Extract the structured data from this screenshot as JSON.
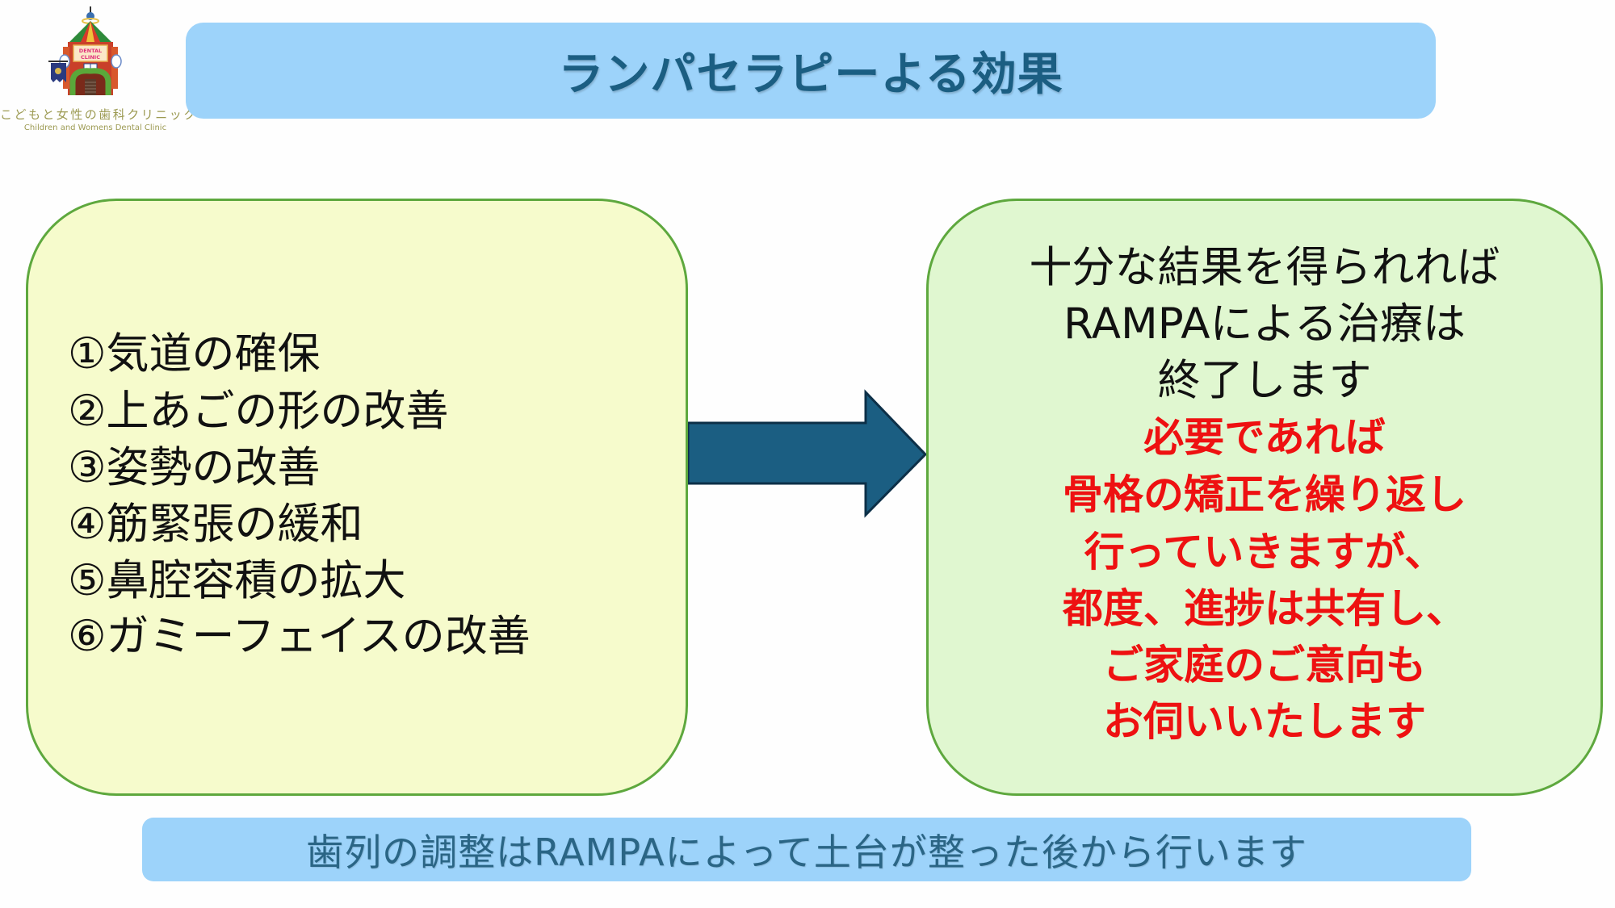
{
  "logo": {
    "name_jp": "こどもと女性の歯科クリニック",
    "name_en": "Children and Womens Dental Clinic",
    "sign_line1": "DENTAL",
    "sign_line2": "CLINIC"
  },
  "title": "ランパセラピーよる効果",
  "effects": [
    "①気道の確保",
    "②上あごの形の改善",
    "③姿勢の改善",
    "④筋緊張の緩和",
    "⑤鼻腔容積の拡大",
    "⑥ガミーフェイスの改善"
  ],
  "result": {
    "lines": [
      {
        "text": "十分な結果を得られれば",
        "style": "black"
      },
      {
        "text": "RAMPAによる治療は",
        "style": "black"
      },
      {
        "text": "終了します",
        "style": "black"
      },
      {
        "text": "必要であれば",
        "style": "red"
      },
      {
        "text": "骨格の矯正を繰り返し",
        "style": "red"
      },
      {
        "text": "行っていきますが、",
        "style": "red"
      },
      {
        "text": "都度、進捗は共有し、",
        "style": "red"
      },
      {
        "text": "ご家庭のご意向も",
        "style": "red"
      },
      {
        "text": "お伺いいたします",
        "style": "red"
      }
    ]
  },
  "note": "歯列の調整はRAMPAによって土台が整った後から行います",
  "colors": {
    "title_bg": "#9dd3fa",
    "title_text": "#1b5e82",
    "left_box_bg": "#f6fbcc",
    "right_box_bg": "#e0f7d0",
    "box_border": "#5ea83e",
    "arrow": "#1b5e82",
    "emphasis_red": "#ee1111"
  }
}
